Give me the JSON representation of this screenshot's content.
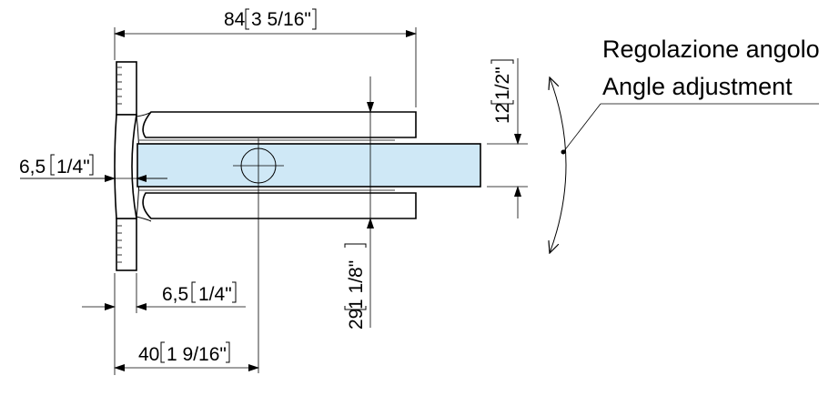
{
  "colors": {
    "line": "#000000",
    "glass": "#cfe8f6",
    "background": "#ffffff"
  },
  "dimensions": {
    "overall_length": {
      "value": "84",
      "imperial": "3 5/16\""
    },
    "glass_thickness": {
      "value": "12",
      "imperial": "1/2\""
    },
    "wall_plate_left": {
      "value": "6,5",
      "imperial": "1/4\""
    },
    "wall_plate_bottom": {
      "value": "6,5",
      "imperial": "1/4\""
    },
    "hole_offset": {
      "value": "40",
      "imperial": "1 9/16\""
    },
    "clamp_height": {
      "value": "29",
      "imperial": "1 1/8\""
    }
  },
  "annotation": {
    "line1": "Regolazione angolo",
    "line2": "Angle adjustment"
  }
}
